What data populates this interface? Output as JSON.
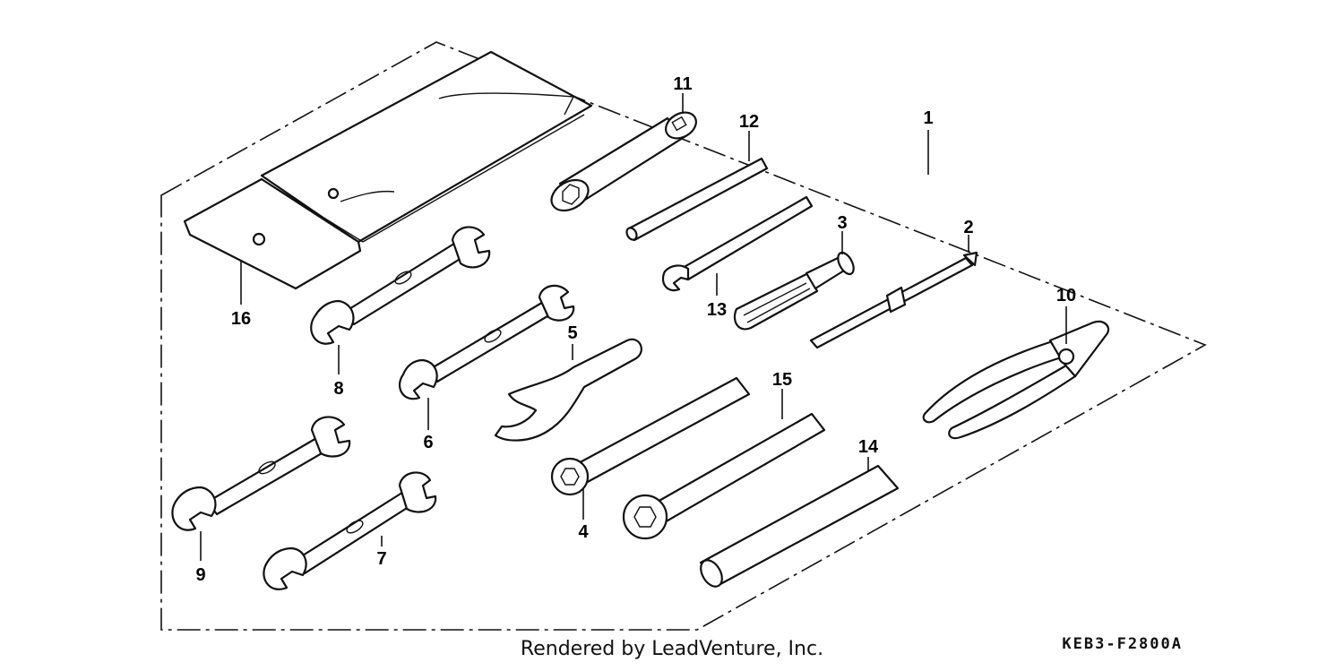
{
  "callouts": {
    "c1": "1",
    "c2": "2",
    "c3": "3",
    "c4": "4",
    "c5": "5",
    "c6": "6",
    "c7": "7",
    "c8": "8",
    "c9": "9",
    "c10": "10",
    "c11": "11",
    "c12": "12",
    "c13": "13",
    "c14": "14",
    "c15": "15",
    "c16": "16"
  },
  "footer": {
    "credit": "Rendered by LeadVenture, Inc.",
    "diagram_code": "KEB3-F2800A"
  }
}
